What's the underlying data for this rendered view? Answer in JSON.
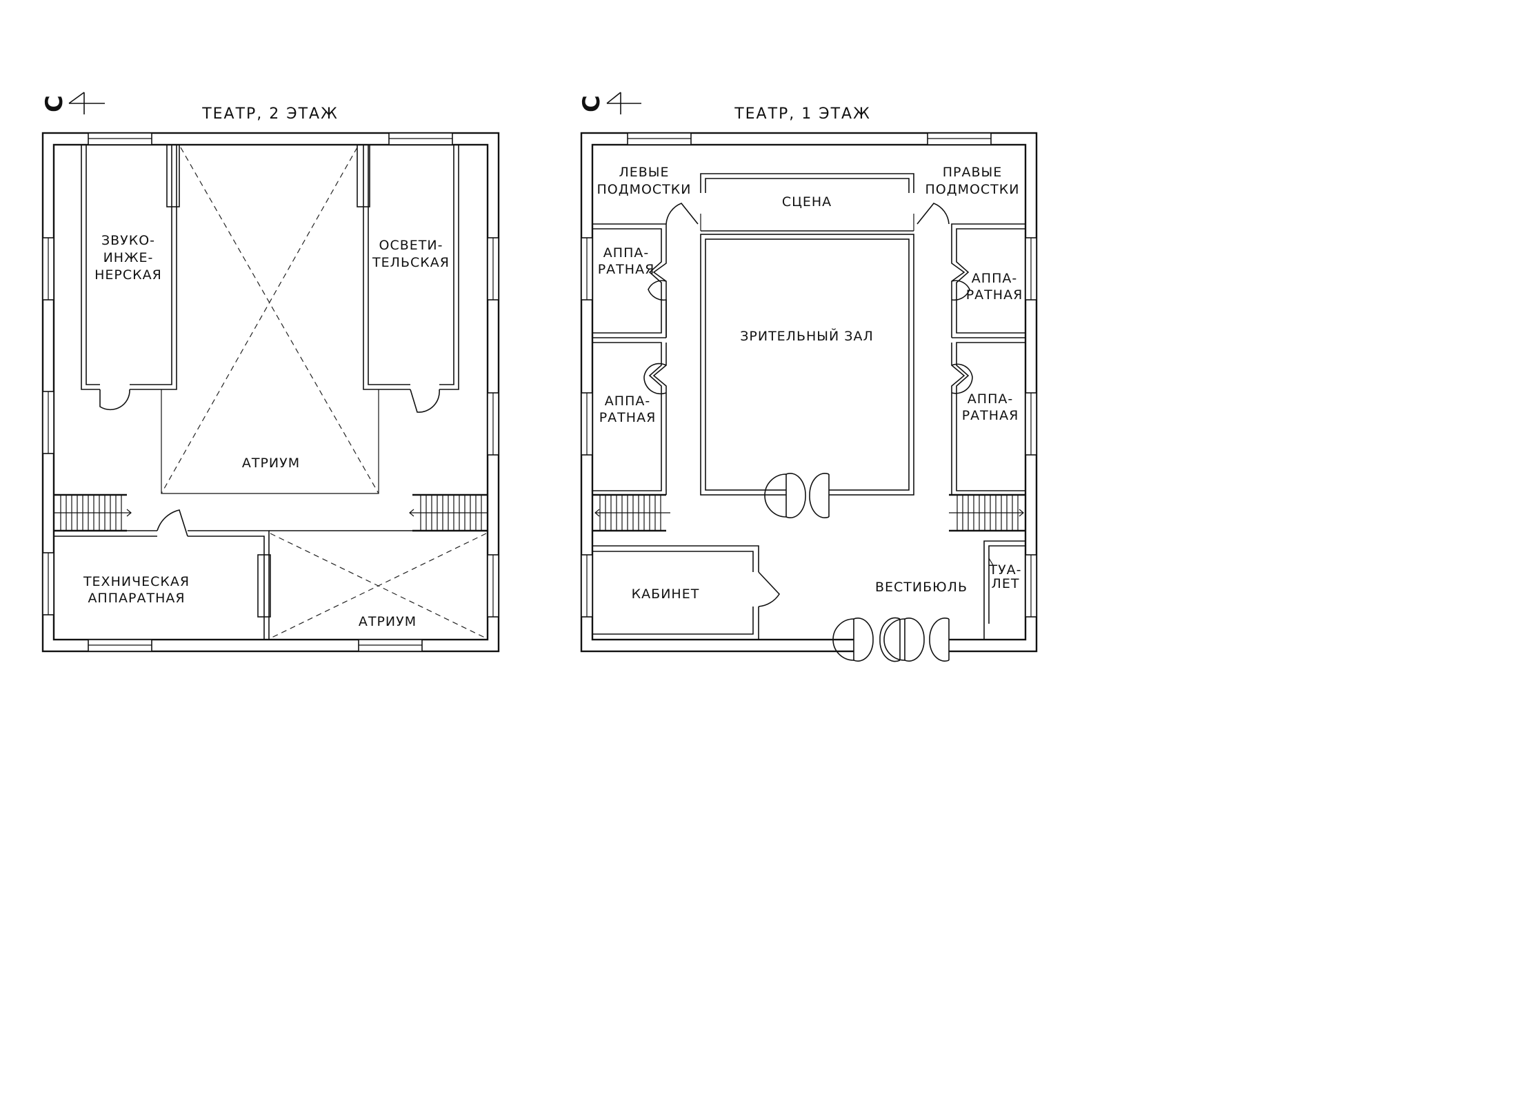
{
  "floor2": {
    "north_letter": "С",
    "title": "ТЕАТР, 2 ЭТАЖ",
    "rooms": {
      "sound": [
        "ЗВУКО-",
        "ИНЖЕ-",
        "НЕРСКАЯ"
      ],
      "lighting": [
        "ОСВЕТИ-",
        "ТЕЛЬСКАЯ"
      ],
      "atrium_main": "АТРИУМ",
      "technical": [
        "ТЕХНИЧЕСКАЯ",
        "АППАРАТНАЯ"
      ],
      "atrium_small": "АТРИУМ"
    }
  },
  "floor1": {
    "north_letter": "С",
    "title": "ТЕАТР, 1 ЭТАЖ",
    "rooms": {
      "left_wings": [
        "ЛЕВЫЕ",
        "ПОДМОСТКИ"
      ],
      "right_wings": [
        "ПРАВЫЕ",
        "ПОДМОСТКИ"
      ],
      "stage": "СЦЕНА",
      "control_tl": [
        "АППА-",
        "РАТНАЯ"
      ],
      "control_bl": [
        "АППА-",
        "РАТНАЯ"
      ],
      "control_tr": [
        "АППА-",
        "РАТНАЯ"
      ],
      "control_br": [
        "АППА-",
        "РАТНАЯ"
      ],
      "auditorium": "ЗРИТЕЛЬНЫЙ ЗАЛ",
      "office": "КАБИНЕТ",
      "lobby": "ВЕСТИБЮЛЬ",
      "toilet": [
        "ТУА-",
        "ЛЕТ"
      ]
    }
  }
}
